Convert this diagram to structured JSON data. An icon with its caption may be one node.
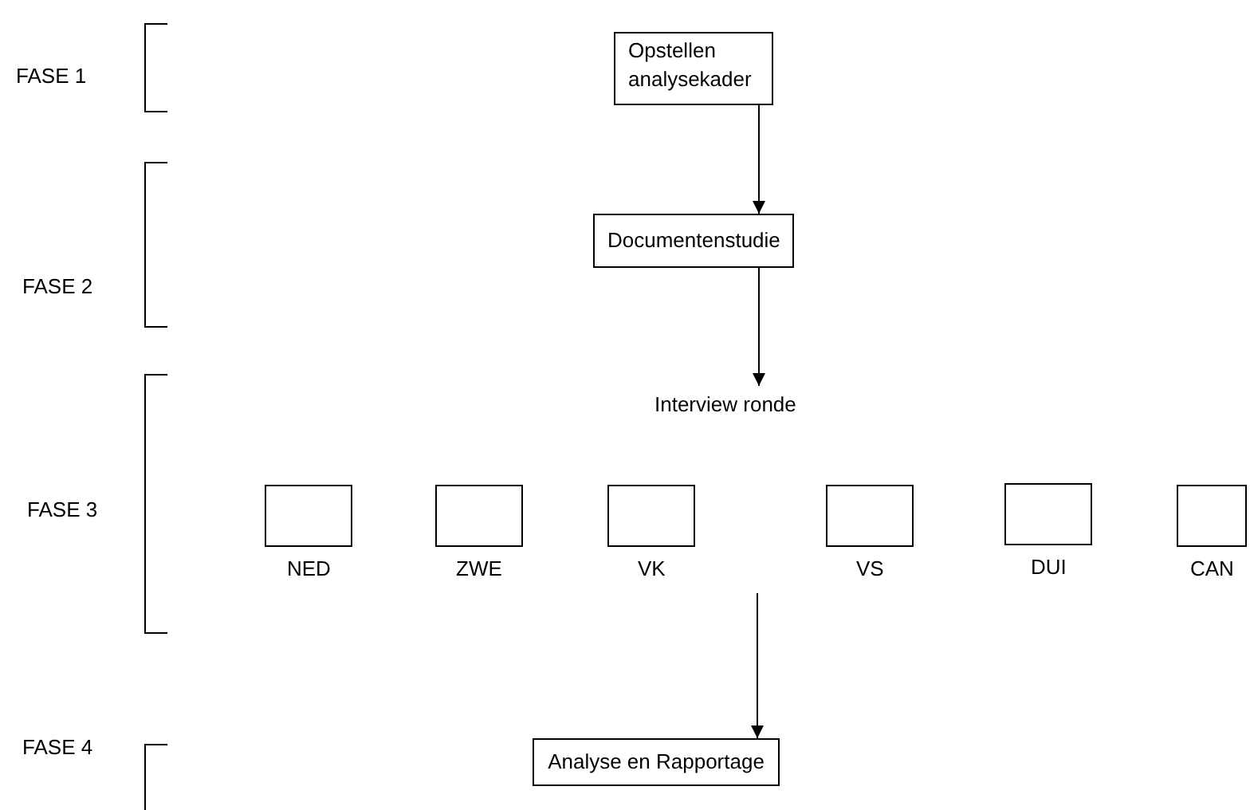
{
  "diagram": {
    "nodes": [
      {
        "text": [
          "Opstellen analysekader"
        ]
      },
      {
        "text": [
          "Documentenstudie"
        ]
      },
      {
        "text": [
          "Interview ronde"
        ]
      },
      {
        "text": [
          "NED"
        ]
      },
      {
        "text": [
          "ZWE"
        ]
      },
      {
        "text": [
          "VK"
        ]
      },
      {
        "text": [
          "VS"
        ]
      },
      {
        "text": [
          "DUI"
        ]
      },
      {
        "text": [
          "CAN"
        ]
      },
      {
        "text": [
          "Analyse en Rapportage"
        ]
      }
    ],
    "edges": [
      {
        "from": 0,
        "to": 1,
        "arrow": "to"
      },
      {
        "from": 1,
        "to": 2,
        "arrow": "to"
      },
      {
        "from": null,
        "to": 9,
        "arrow": "to"
      }
    ],
    "labels": [
      "FASE 1",
      "FASE 2",
      "FASE 3",
      "FASE 4"
    ]
  }
}
